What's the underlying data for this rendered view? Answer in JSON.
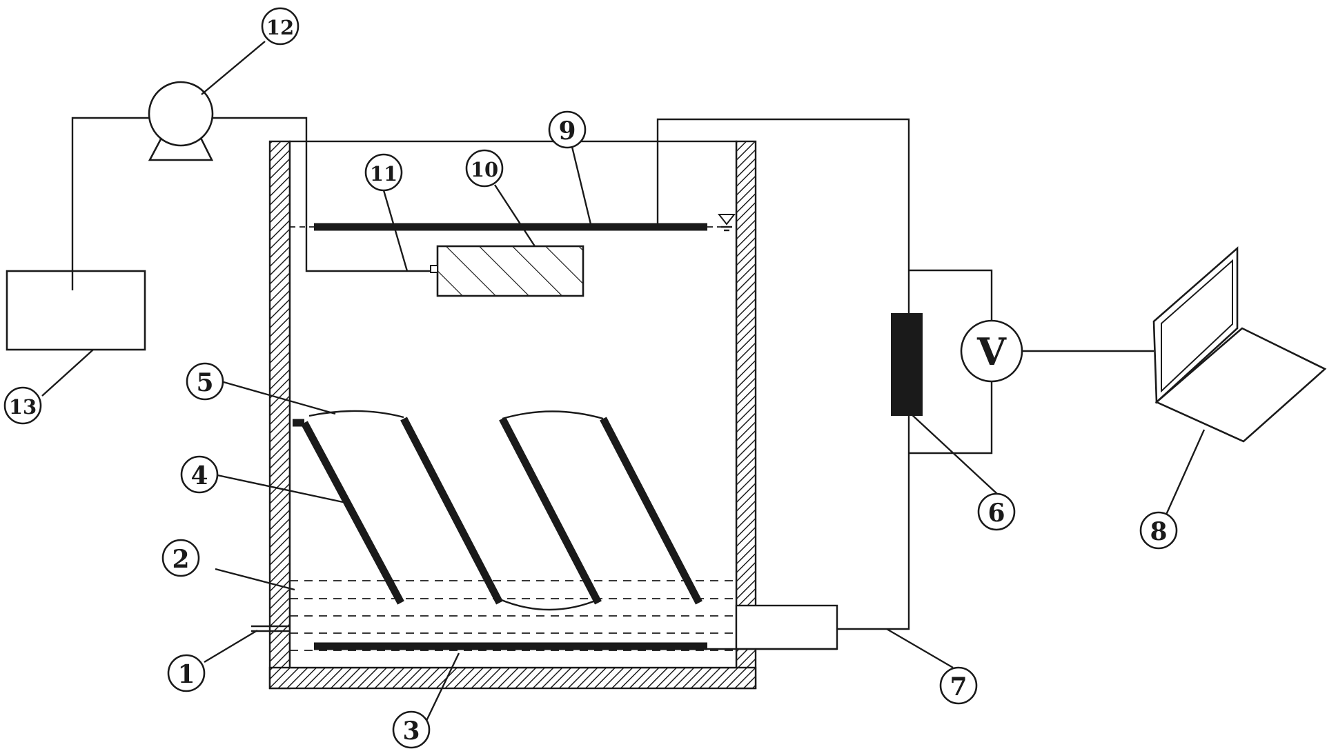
{
  "voltmeter": {
    "symbol": "V"
  },
  "labels": [
    {
      "id": "label-1",
      "text": "1"
    },
    {
      "id": "label-2",
      "text": "2"
    },
    {
      "id": "label-3",
      "text": "3"
    },
    {
      "id": "label-4",
      "text": "4"
    },
    {
      "id": "label-5",
      "text": "5"
    },
    {
      "id": "label-6",
      "text": "6"
    },
    {
      "id": "label-7",
      "text": "7"
    },
    {
      "id": "label-8",
      "text": "8"
    },
    {
      "id": "label-9",
      "text": "9"
    },
    {
      "id": "label-10",
      "text": "10"
    },
    {
      "id": "label-11",
      "text": "11"
    },
    {
      "id": "label-12",
      "text": "12"
    },
    {
      "id": "label-13",
      "text": "13"
    }
  ],
  "colors": {
    "stroke": "#1a1a1a",
    "background": "#ffffff"
  }
}
